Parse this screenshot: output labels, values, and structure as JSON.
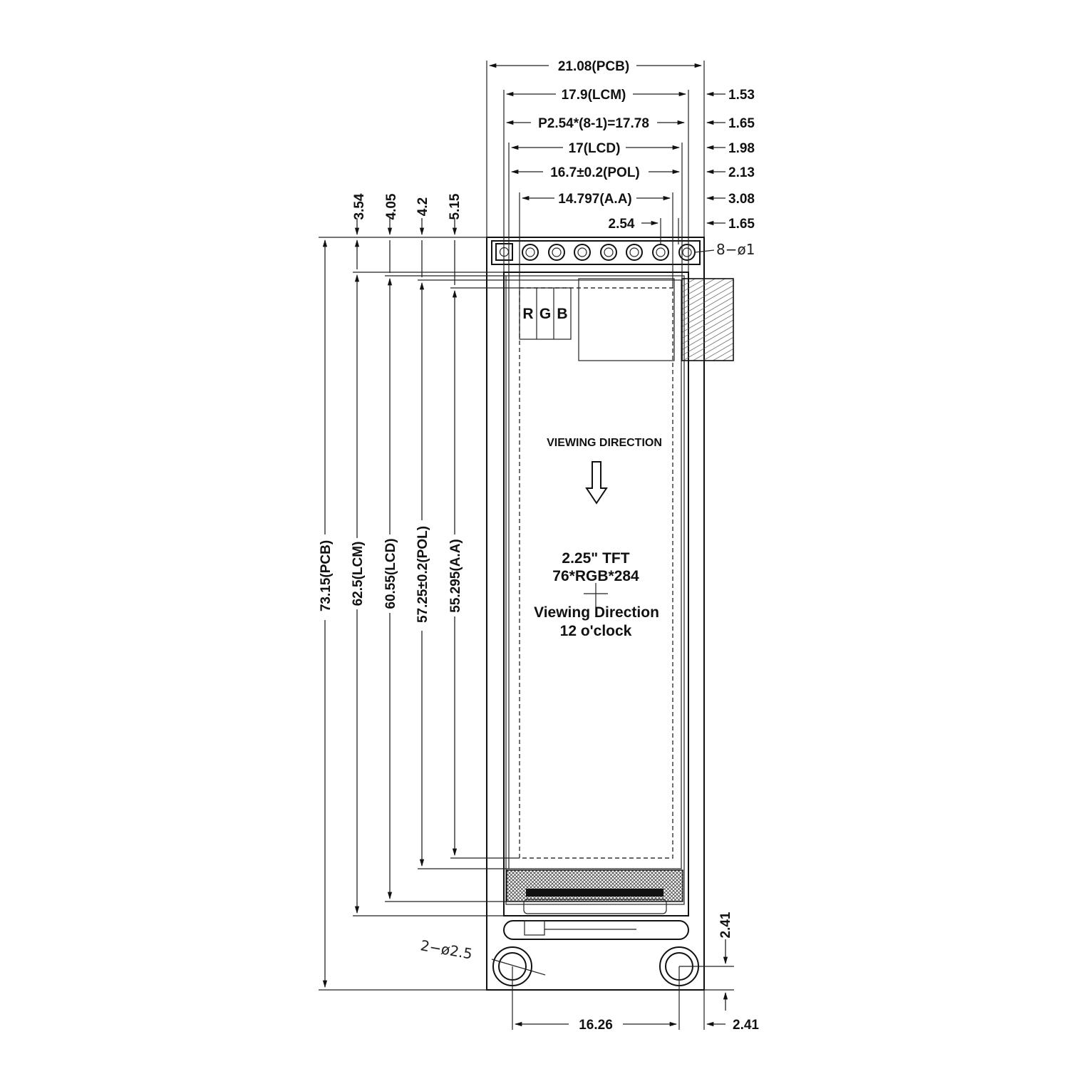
{
  "top_dims": {
    "pcb_width": "21.08(PCB)",
    "lcm_width": "17.9(LCM)",
    "pin_pitch": "P2.54*(8-1)=17.78",
    "lcd_width": "17(LCD)",
    "pol_width": "16.7±0.2(POL)",
    "aa_width": "14.797(A.A)",
    "pin_spacing": "2.54"
  },
  "right_dims": {
    "r1": "1.53",
    "r2": "1.65",
    "r3": "1.98",
    "r4": "2.13",
    "r5": "3.08",
    "r6": "1.65",
    "bottom_offset_upper": "2.41",
    "bottom_offset_lower": "2.41"
  },
  "left_dims": {
    "off1": "3.54",
    "off2": "4.05",
    "off3": "4.2",
    "off4": "5.15",
    "pcb_height": "73.15(PCB)",
    "lcm_height": "62.5(LCM)",
    "lcd_height": "60.55(LCD)",
    "pol_height": "57.25±0.2(POL)",
    "aa_height": "55.295(A.A)"
  },
  "holes": {
    "pin_holes_note": "8−ø1",
    "mount_holes_note": "2−ø2.5",
    "mount_spacing": "16.26"
  },
  "pixel_labels": [
    "R",
    "G",
    "B"
  ],
  "display": {
    "viewing_direction_heading": "VIEWING DIRECTION",
    "size_line": "2.25\" TFT",
    "resolution_line": "76*RGB*284",
    "viewing_line": "Viewing Direction",
    "clock_line": "12 o'clock"
  }
}
